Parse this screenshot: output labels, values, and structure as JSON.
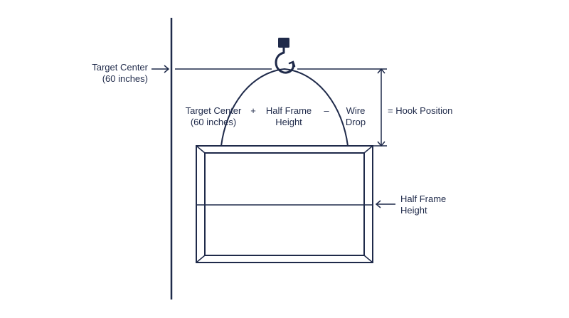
{
  "colors": {
    "ink": "#1f2a4a",
    "background": "#ffffff"
  },
  "icons": {
    "hook": "hook-icon"
  },
  "labels": {
    "target_center": {
      "line1": "Target Center",
      "line2": "(60 inches)"
    },
    "formula": {
      "term1": {
        "line1": "Target Center",
        "line2": "(60 inches)"
      },
      "op_plus": "+",
      "term2": {
        "line1": "Half Frame",
        "line2": "Height"
      },
      "op_minus": "–",
      "term3": {
        "line1": "Wire",
        "line2": "Drop"
      }
    },
    "hook_position": "= Hook Position",
    "half_frame_height": {
      "line1": "Half Frame",
      "line2": "Height"
    }
  }
}
